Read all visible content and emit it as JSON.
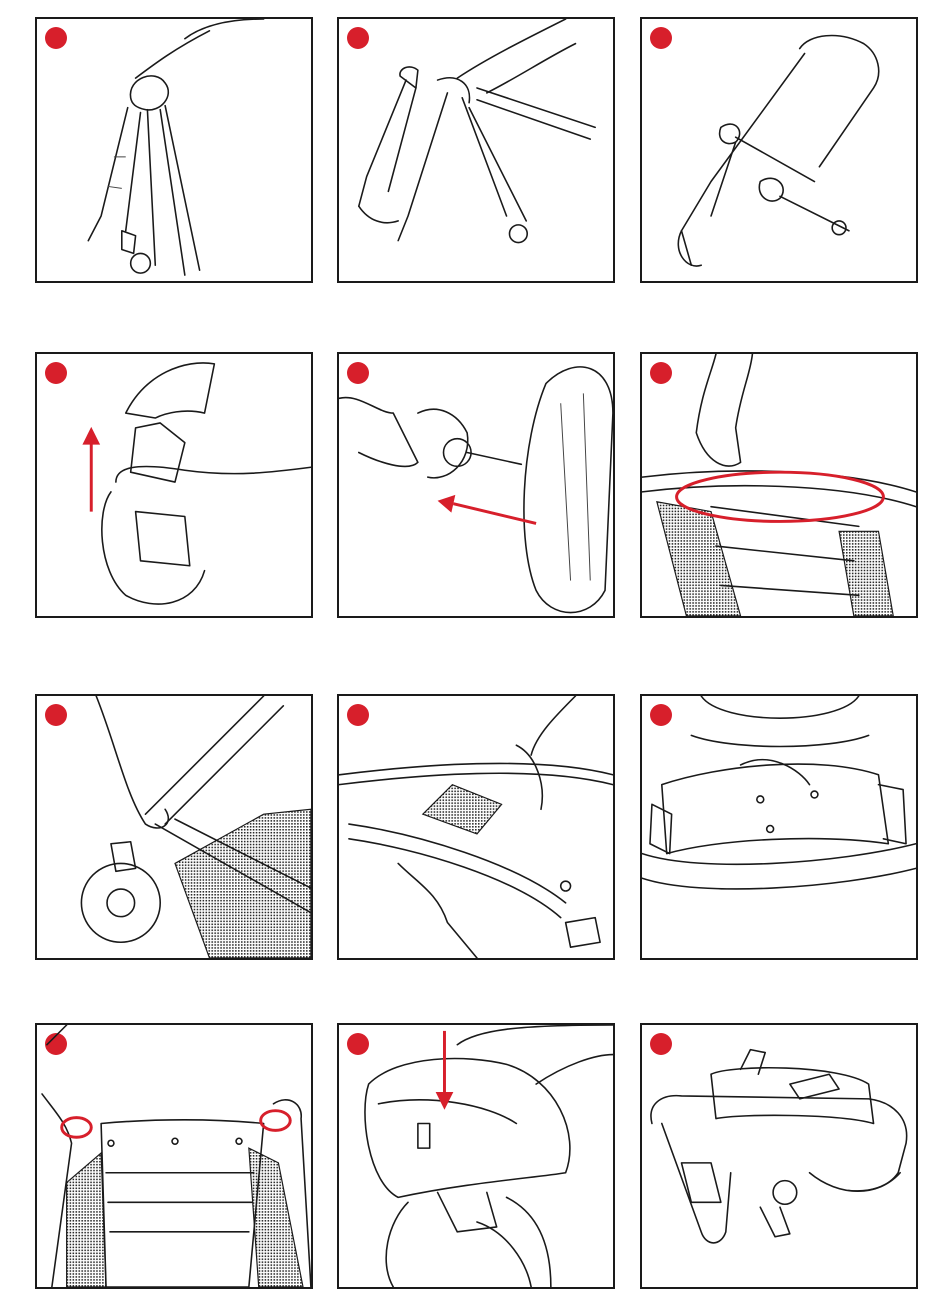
{
  "colors": {
    "accent": "#d71f2b",
    "line": "#1a1a1a",
    "mesh": "#2a2a2a"
  },
  "panels": [
    {
      "id": 1,
      "marker": "red-dot",
      "depicts": "hand-on-folded-frame"
    },
    {
      "id": 2,
      "marker": "red-dot",
      "depicts": "hand-unfolding-frame"
    },
    {
      "id": 3,
      "marker": "red-dot",
      "depicts": "open-frame"
    },
    {
      "id": 4,
      "marker": "red-dot",
      "depicts": "front-wheel-insert-up-arrow"
    },
    {
      "id": 5,
      "marker": "red-dot",
      "depicts": "rear-wheel-axle-arrow"
    },
    {
      "id": 6,
      "marker": "red-dot",
      "depicts": "seat-clip-highlight"
    },
    {
      "id": 7,
      "marker": "red-dot",
      "depicts": "hands-on-frame-joint"
    },
    {
      "id": 8,
      "marker": "red-dot",
      "depicts": "hands-on-seat-rail"
    },
    {
      "id": 9,
      "marker": "red-dot",
      "depicts": "hand-pressing-seat"
    },
    {
      "id": 10,
      "marker": "red-dot",
      "depicts": "seat-hooks-highlight"
    },
    {
      "id": 11,
      "marker": "red-dot",
      "depicts": "push-down-arrow-on-hub"
    },
    {
      "id": 12,
      "marker": "red-dot",
      "depicts": "folded-stroller"
    }
  ]
}
